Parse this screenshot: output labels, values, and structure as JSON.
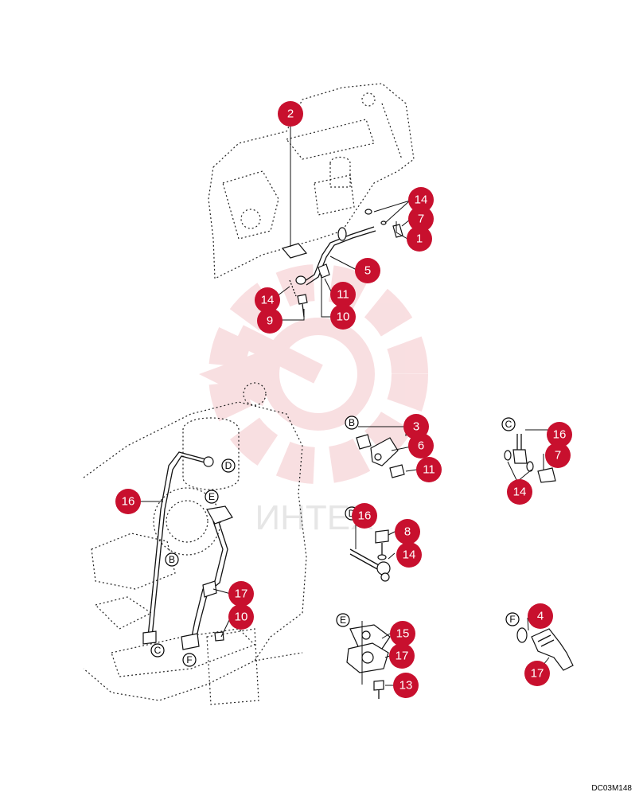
{
  "drawing_code": "DC03M148",
  "watermark_text": "ИНТЕХ",
  "colors": {
    "callout": "#c8102e",
    "callout_text": "#ffffff",
    "watermark": "#f4c5c9",
    "line": "#111111"
  },
  "callouts": [
    "2",
    "14",
    "7",
    "1",
    "5",
    "14",
    "9",
    "11",
    "10",
    "3",
    "6",
    "11",
    "16",
    "7",
    "14",
    "16",
    "8",
    "14",
    "16",
    "17",
    "10",
    "15",
    "17",
    "13",
    "4",
    "17"
  ],
  "view_letters": [
    "D",
    "E",
    "B",
    "C",
    "F",
    "B",
    "C",
    "D",
    "E",
    "F"
  ]
}
